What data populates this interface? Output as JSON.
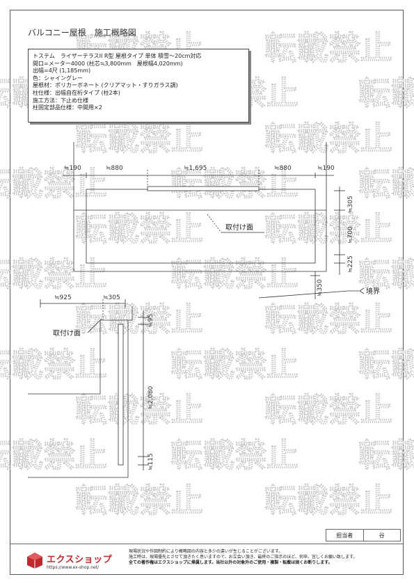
{
  "header": {
    "title": "バルコニー屋根　施工概略図"
  },
  "spec": {
    "lines": [
      "トステム　ライザーテラスII R型 屋根タイプ 単体 積雪～20cm対応",
      "間口=メーター4000 (柱芯≒3,800mm　屋根幅4,020mm)",
      "出幅=4尺 (1,185mm)",
      "色：シャイングレー",
      "屋根材：ポリカーボネート (クリアマット・すりガラス調)",
      "柱仕様：出幅自在桁タイプ (柱2本)",
      "施工方法：下止め仕様",
      "柱固定部品仕様：中間用×2"
    ]
  },
  "plan": {
    "dims_top": [
      "≒190",
      "≒880",
      "≒1,695",
      "≒880",
      "≒190"
    ],
    "dims_right": [
      "≒305",
      "≒700",
      "≒225"
    ],
    "dim_offset": "≒350",
    "mount_label": "取付け面",
    "boundary_label": "境界"
  },
  "section": {
    "dims_top": [
      "≒925",
      "≒305"
    ],
    "dims_right": [
      "≒95",
      "≒2,080",
      "≒115"
    ],
    "mount_label": "取付け面"
  },
  "watermark": {
    "text": "転載禁止"
  },
  "stamp": {
    "label": "担当者",
    "name": "谷"
  },
  "footer": {
    "brand": "エクスショップ",
    "url": "https://www.ex-shop.net/",
    "notes": [
      "現場状況や作図制約により概略図の内容と多少の違いが生じることがございます。",
      "施工時は、現場優先とさせて頂きたく思いますので、お立会い頂き、最終のご指示のほど、何卒、宜しくお願い致します。",
      "全ての著作権はエクスショップに帰属します。当社以外の対象外のご使用・複製・転載は固くお断りします。"
    ]
  },
  "colors": {
    "brand": "#c0282e",
    "watermark": "#c9c9c9",
    "line": "#333333"
  }
}
